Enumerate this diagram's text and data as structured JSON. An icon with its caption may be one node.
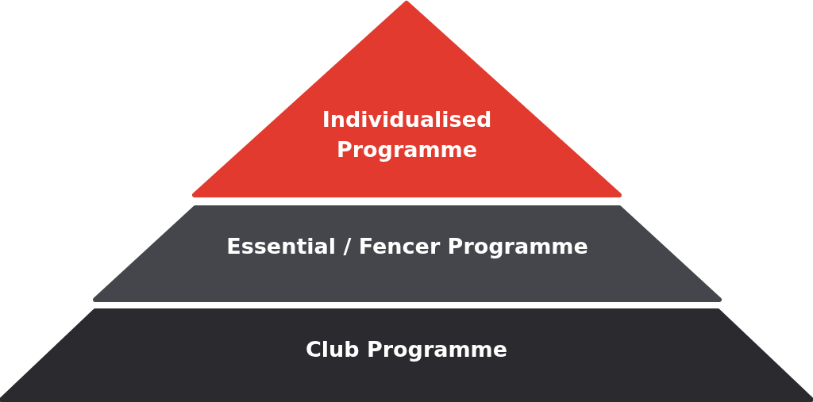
{
  "diagram": {
    "nodes": [
      {
        "text": [
          "Individualised Programme"
        ]
      },
      {
        "text": [
          "Essential / Fencer Programme"
        ]
      },
      {
        "text": [
          "Club Programme"
        ]
      }
    ]
  }
}
